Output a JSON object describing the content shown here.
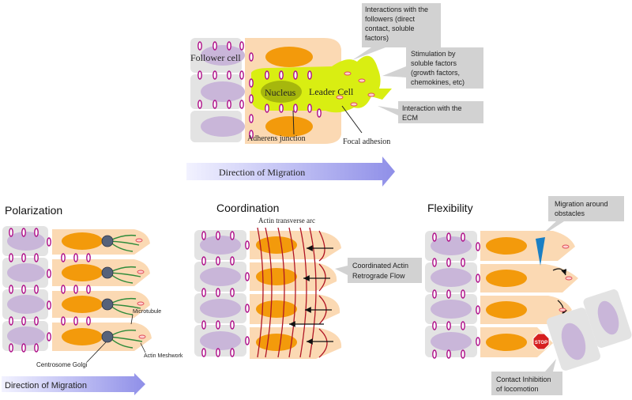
{
  "top": {
    "follower_label": "Follower cell",
    "nucleus_label": "Nucleus",
    "leader_label": "Leader Cell",
    "adherens_label": "Adherens junction",
    "focal_label": "Focal adhesion",
    "callouts": [
      [
        "Interactions with the",
        "followers (direct",
        "contact, soluble",
        "factors)"
      ],
      [
        "Stimulation by",
        "soluble factors",
        "(growth factors,",
        "chemokines, etc)"
      ],
      [
        "Interaction with the",
        "ECM"
      ]
    ],
    "direction_label": "Direction of Migration"
  },
  "polarization": {
    "title": "Polarization",
    "microtubule_label": "Microtubule",
    "actin_label": "Actin Meshwork",
    "centrosome_label": "Centrosome Golgi",
    "direction_label": "Direction of Migration"
  },
  "coordination": {
    "title": "Coordination",
    "arc_label": "Actin transverse arc",
    "callout": [
      "Coordinated Actin",
      "Retrograde Flow"
    ]
  },
  "flexibility": {
    "title": "Flexibility",
    "callout_obstacles": [
      "Migration around",
      "obstacles"
    ],
    "stop_label": "STOP",
    "callout_contact": [
      "Contact Inhibition",
      "of locomotion"
    ]
  },
  "colors": {
    "cell_gray": "#e3e3e3",
    "cell_peach": "#fbd9b3",
    "nucleus_lilac": "#c9b6d9",
    "nucleus_orange": "#f39a0b",
    "leader_yellow": "#d9ee12",
    "junction_magenta": "#b0128a",
    "callout_gray": "#d2d2d2",
    "arrow_blue": "#a9a9f0",
    "microtubule_green": "#2e8b3a",
    "actin_red": "#b01424",
    "stop_red": "#d61f1f"
  }
}
